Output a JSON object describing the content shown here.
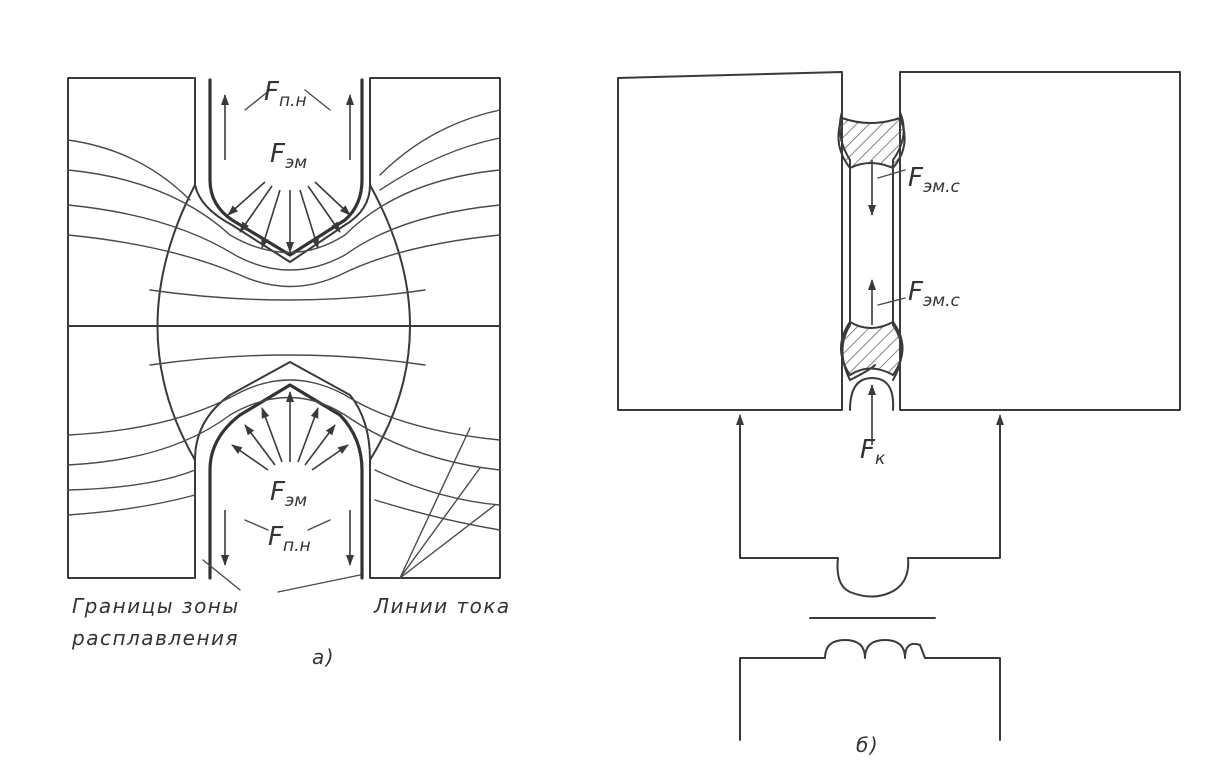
{
  "panel_a": {
    "label_fpn_top": {
      "main": "F",
      "sub": "п.н"
    },
    "label_fem_top": {
      "main": "F",
      "sub": "эм"
    },
    "label_fem_bottom": {
      "main": "F",
      "sub": "эм"
    },
    "label_fpn_bottom": {
      "main": "F",
      "sub": "п.н"
    },
    "caption_boundary_line1": "Границы зоны",
    "caption_boundary_line2": "расплавления",
    "caption_current_lines": "Линии тока",
    "panel_letter": "а)"
  },
  "panel_b": {
    "label_femc_top": {
      "main": "F",
      "sub": "эм.с"
    },
    "label_femc_bottom": {
      "main": "F",
      "sub": "эм.с"
    },
    "label_fk": {
      "main": "F",
      "sub": "к"
    },
    "panel_letter": "б)"
  }
}
